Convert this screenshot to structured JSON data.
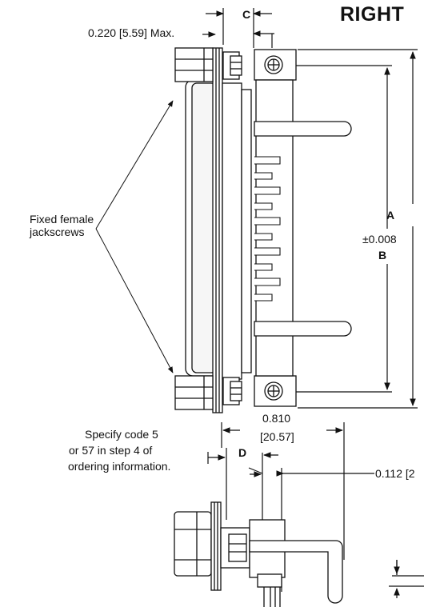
{
  "title": "RIGHT",
  "dims": {
    "c_label": "C",
    "max_label": "0.220 [5.59] Max.",
    "a_label": "A",
    "tol_label": "±0.008",
    "b_label": "B",
    "d_label": "D",
    "d810_in": "0.810",
    "d810_mm": "[20.57]",
    "d112": "0.112 [2"
  },
  "callouts": {
    "jackscrews_line1": "Fixed female",
    "jackscrews_line2": "jackscrews",
    "code_line1": "Specify code 5",
    "code_line2": "or 57 in step 4 of",
    "code_line3": "ordering information."
  }
}
